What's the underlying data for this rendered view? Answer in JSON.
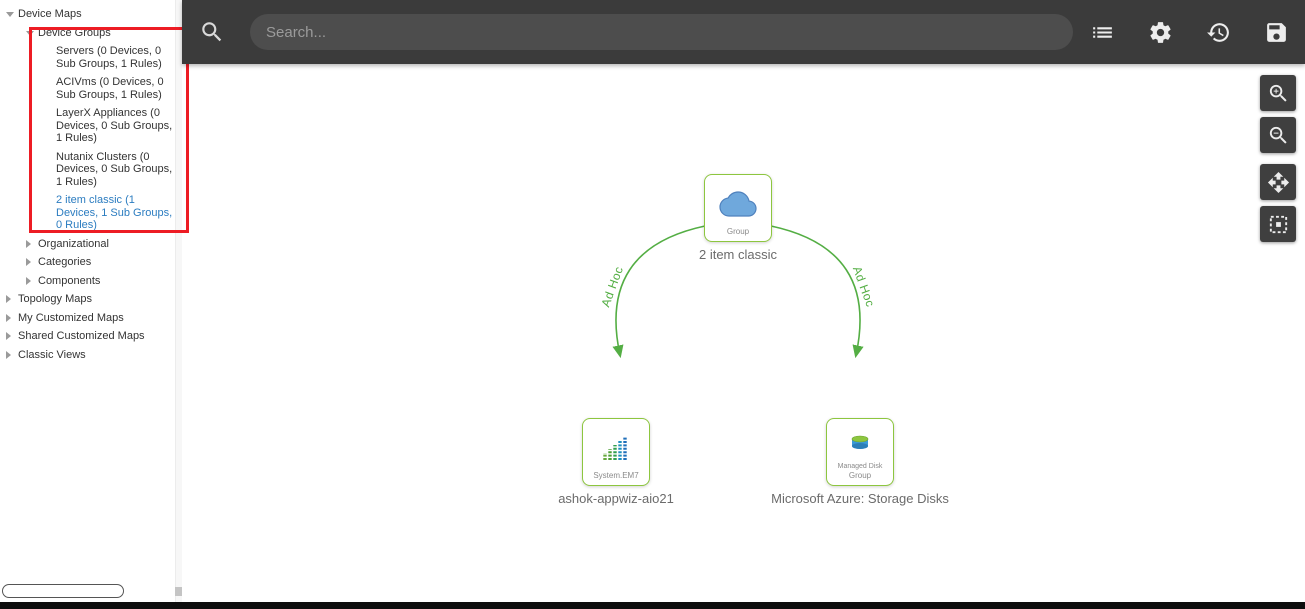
{
  "topbar": {
    "search_placeholder": "Search...",
    "icons": [
      "search-icon",
      "list-icon",
      "settings-icon",
      "history-icon",
      "save-icon"
    ]
  },
  "sidebar": {
    "root_label": "Device Maps",
    "sections": [
      {
        "label": "Device Groups",
        "children": [
          {
            "label": "Servers (0 Devices, 0 Sub Groups, 1 Rules)"
          },
          {
            "label": "ACIVms (0 Devices, 0 Sub Groups, 1 Rules)"
          },
          {
            "label": "LayerX Appliances (0 Devices, 0 Sub Groups, 1 Rules)"
          },
          {
            "label": "Nutanix Clusters (0 Devices, 0 Sub Groups, 1 Rules)"
          },
          {
            "label": "2 item classic (1 Devices, 1 Sub Groups, 0 Rules)",
            "selected": true
          }
        ]
      },
      {
        "label": "Organizational"
      },
      {
        "label": "Categories"
      },
      {
        "label": "Components"
      }
    ],
    "top_level_items": [
      {
        "label": "Topology Maps"
      },
      {
        "label": "My Customized Maps"
      },
      {
        "label": "Shared Customized Maps"
      },
      {
        "label": "Classic Views"
      }
    ],
    "filter_value": ""
  },
  "map": {
    "nodes": [
      {
        "id": "group-node",
        "icon": "cloud-icon",
        "caption": "Group",
        "title": "2 item classic"
      },
      {
        "id": "em7-node",
        "icon": "bar-chart-icon",
        "caption": "System.EM7",
        "title": "ashok-appwiz-aio21"
      },
      {
        "id": "disk-node",
        "icon": "managed-disk-icon",
        "caption_line1": "Managed Disk",
        "caption_line2": "Group",
        "title": "Microsoft Azure: Storage Disks"
      }
    ],
    "edges": [
      {
        "label": "Ad Hoc"
      },
      {
        "label": "Ad Hoc"
      }
    ]
  },
  "right_toolbar": [
    "zoom-in",
    "zoom-out",
    "pan",
    "select-region"
  ],
  "colors": {
    "topbar_bg": "#3b3b3b",
    "edge_green": "#54ae44",
    "node_border_green": "#8dc63f",
    "selected_blue": "#2b7cc0",
    "highlight_red": "#ed1c24"
  }
}
